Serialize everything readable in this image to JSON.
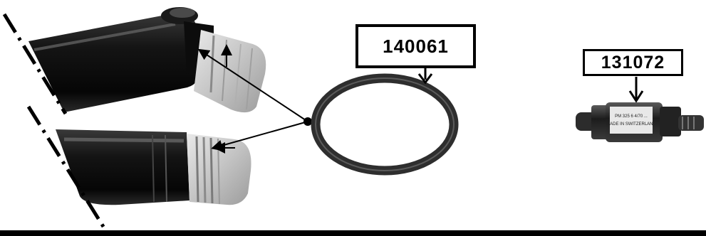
{
  "labels": {
    "oring_part_number": "140061",
    "filter_part_number": "131072",
    "filter_body_text_line1": "PM 325 6 4/70 ...",
    "filter_body_text_line2": "MADE IN SWITZERLAND"
  },
  "colors": {
    "tube_black": "#141414",
    "coupling_gray": "#c9c9c9",
    "oring": "#3a3a3a",
    "ink": "#000000"
  },
  "icons": [
    "upper-tube-elbow",
    "lower-tube",
    "o-ring",
    "inline-filter",
    "arrow",
    "dash-dot-break-line"
  ]
}
